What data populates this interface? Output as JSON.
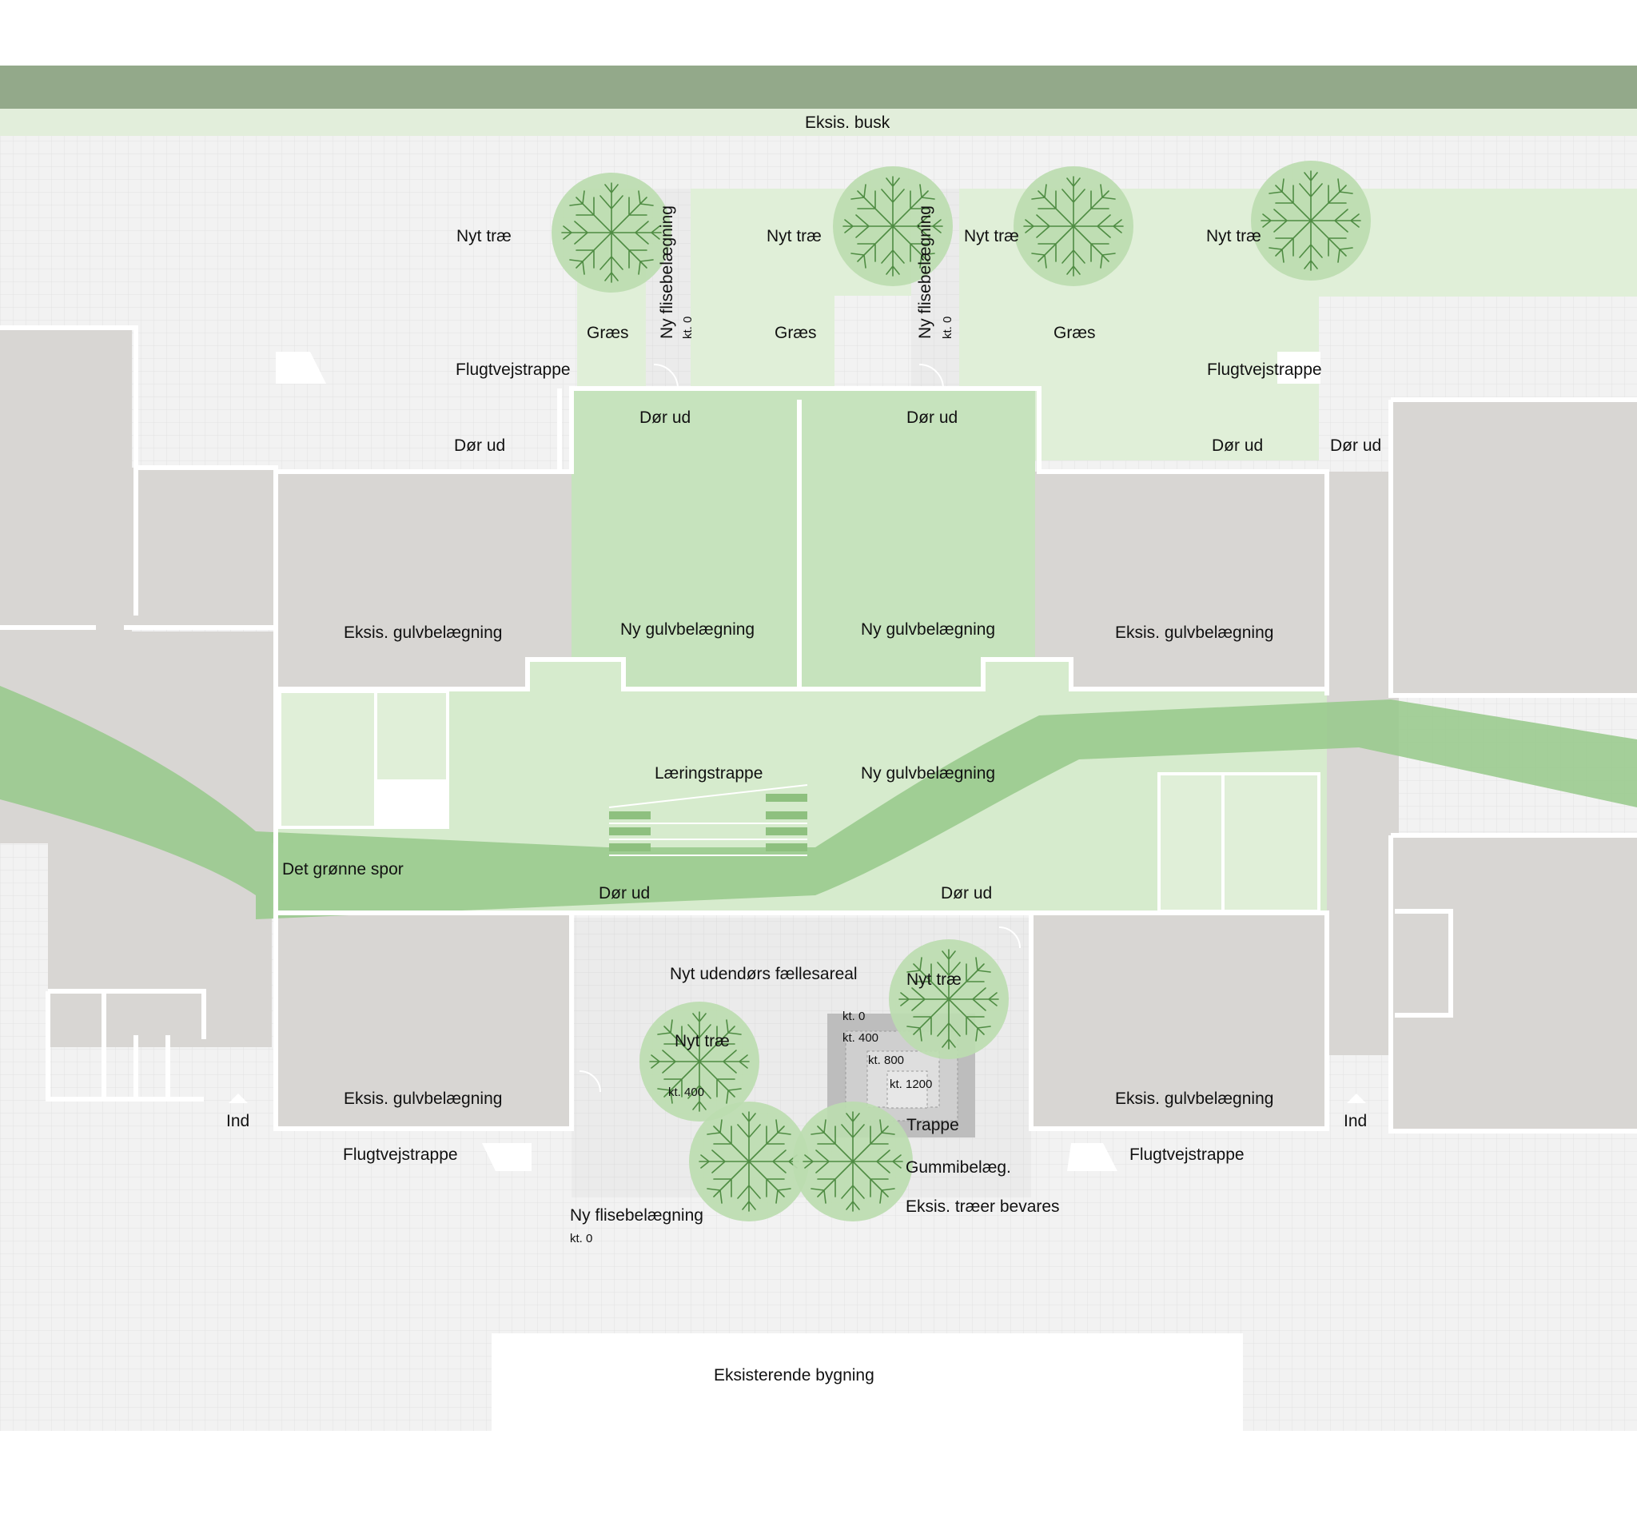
{
  "colors": {
    "hedge_dark": "#93a98a",
    "hedge_light": "#e2eedb",
    "paving": "#f2f2f2",
    "grid_line": "#e2e2e2",
    "existing_floor": "#d8d6d3",
    "new_floor": "#c6e3bd",
    "lawn": "#e0efd8",
    "green_track": "#96c98a",
    "tree_canopy": "#bcdcb0",
    "tree_branch": "#4f8c43",
    "stair_bar": "#8ec07f",
    "playground": "#bdbdbd",
    "wall": "#ffffff",
    "building": "#ffffff"
  },
  "icons": [
    "tree-icon",
    "door-arc-icon",
    "entrance-arrow-icon",
    "escape-stair-icon",
    "stair-bar-icon"
  ],
  "labels": {
    "hedge": "Eksis. busk",
    "tree_1": "Nyt træ",
    "tree_2": "Nyt træ",
    "tree_3": "Nyt træ",
    "tree_4": "Nyt træ",
    "tiles_v1": "Ny flisebelægning",
    "tiles_v1_kt": "kt. 0",
    "tiles_v2": "Ny flisebelægning",
    "tiles_v2_kt": "kt. 0",
    "grass_1": "Græs",
    "grass_2": "Græs",
    "grass_3": "Græs",
    "escape_stair_nw": "Flugtvejstrappe",
    "escape_stair_ne": "Flugtvejstrappe",
    "door_1": "Dør ud",
    "door_2": "Dør ud",
    "door_3": "Dør ud",
    "door_4": "Dør ud",
    "door_5": "Dør ud",
    "floor_exist_nw": "Eksis. gulvbelægning",
    "floor_new_1": "Ny gulvbelægning",
    "floor_new_2": "Ny gulvbelægning",
    "floor_exist_ne": "Eksis. gulvbelægning",
    "learning_stair": "Læringstrappe",
    "floor_new_3": "Ny gulvbelægning",
    "green_track": "Det grønne spor",
    "door_6": "Dør ud",
    "door_7": "Dør ud",
    "common_area": "Nyt udendørs fællesareal",
    "tree_5": "Nyt træ",
    "tree_6": "Nyt træ",
    "kt_0": "kt. 0",
    "kt_400a": "kt. 400",
    "kt_800": "kt. 800",
    "kt_1200": "kt. 1200",
    "kt_400b": "kt. 400",
    "floor_exist_sw": "Eksis. gulvbelægning",
    "floor_exist_se": "Eksis. gulvbelægning",
    "entrance_w": "Ind",
    "entrance_e": "Ind",
    "stair": "Trappe",
    "rubber": "Gummibelæg.",
    "existing_trees": "Eksis. træer bevares",
    "escape_stair_sw": "Flugtvejstrappe",
    "escape_stair_se": "Flugtvejstrappe",
    "tiles_s": "Ny flisebelægning",
    "tiles_s_kt": "kt. 0",
    "existing_building": "Eksisterende bygning"
  }
}
